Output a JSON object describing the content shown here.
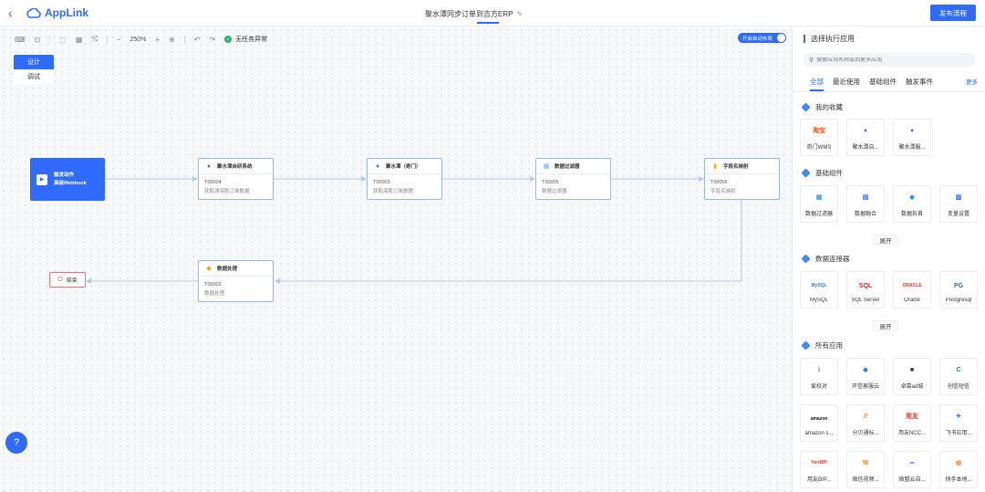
{
  "header": {
    "back_icon": "chevron-left-icon",
    "logo_text": "AppLink",
    "title": "聚水潭同步订单到吉方ERP",
    "publish_label": "发布流程"
  },
  "toolbar": {
    "zoom": "250%",
    "status_text": "无任务异常",
    "auto_layout_label": "开启自动布局"
  },
  "mode_tabs": [
    "设计",
    "调试"
  ],
  "flow": {
    "trigger": {
      "title": "触发动作",
      "subtitle": "高级Webhook"
    },
    "nodes": [
      {
        "title": "聚水潭自研系统",
        "code": "T00004",
        "desc": "获取津海胜订单数据",
        "icon": "jst-icon"
      },
      {
        "title": "聚水潭（奇门）",
        "code": "T00002",
        "desc": "获取海胜订单数据",
        "icon": "jst-icon"
      },
      {
        "title": "数据过滤器",
        "code": "T00005",
        "desc": "数据过滤器",
        "icon": "filter-icon"
      },
      {
        "title": "字段名映射",
        "code": "T00006",
        "desc": "字段名映射",
        "icon": "mapping-icon"
      },
      {
        "title": "数据处理",
        "code": "T00003",
        "desc": "数据处理",
        "icon": "process-icon"
      }
    ],
    "end_label": "结束"
  },
  "panel": {
    "title": "选择执行应用",
    "search_placeholder": "搜索应用名称或到更多应用",
    "tabs": [
      "全部",
      "最近使用",
      "基础组件",
      "触发事件"
    ],
    "more_label": "更多",
    "expand_label": "展开",
    "sections": {
      "favorites": {
        "title": "我的收藏",
        "items": [
          {
            "label": "奇门WMS",
            "logo": "淘宝",
            "color": "#ff5000"
          },
          {
            "label": "聚水潭自...",
            "logo": "♦",
            "color": "#2f6bff"
          },
          {
            "label": "聚水潭服...",
            "logo": "♦",
            "color": "#2f6bff"
          }
        ]
      },
      "basic": {
        "title": "基础组件",
        "items": [
          {
            "label": "数据过滤器",
            "logo": "▦",
            "color": "#3aa0ff"
          },
          {
            "label": "数据融合",
            "logo": "▤",
            "color": "#2f6bff"
          },
          {
            "label": "数据拆首",
            "logo": "◆",
            "color": "#1e8fff"
          },
          {
            "label": "变量设置",
            "logo": "▥",
            "color": "#2f6bff"
          }
        ]
      },
      "connectors": {
        "title": "数据连接器",
        "items": [
          {
            "label": "MySQL",
            "logo": "MySQL",
            "color": "#3a7ec4"
          },
          {
            "label": "SQL Server",
            "logo": "SQL",
            "color": "#d02f2f"
          },
          {
            "label": "Oracle",
            "logo": "ORACLE",
            "color": "#e53935"
          },
          {
            "label": "Postgresql",
            "logo": "PG",
            "color": "#336791"
          }
        ]
      },
      "apps": {
        "title": "所有应用",
        "items": [
          {
            "label": "爱校对",
            "logo": "i",
            "color": "#2f6bff"
          },
          {
            "label": "环信客服云",
            "logo": "◈",
            "color": "#1a73e8"
          },
          {
            "label": "卓慕ad城",
            "logo": "■",
            "color": "#333333"
          },
          {
            "label": "创信短信",
            "logo": "C",
            "color": "#1a73e8"
          },
          {
            "label": "amazon s...",
            "logo": "amazon",
            "color": "#111111"
          },
          {
            "label": "分贝通标...",
            "logo": "//",
            "color": "#ff7a1a"
          },
          {
            "label": "用友NCC...",
            "logo": "用友",
            "color": "#e53935"
          },
          {
            "label": "飞书应用...",
            "logo": "✈",
            "color": "#3370ff"
          },
          {
            "label": "用友BIP...",
            "logo": "YonBIP",
            "color": "#e53935"
          },
          {
            "label": "微信视频...",
            "logo": "W",
            "color": "#ff8a00"
          },
          {
            "label": "微盟云自...",
            "logo": "∞",
            "color": "#2f6bff"
          },
          {
            "label": "快手本地...",
            "logo": "◎",
            "color": "#ff4906"
          }
        ]
      }
    }
  }
}
